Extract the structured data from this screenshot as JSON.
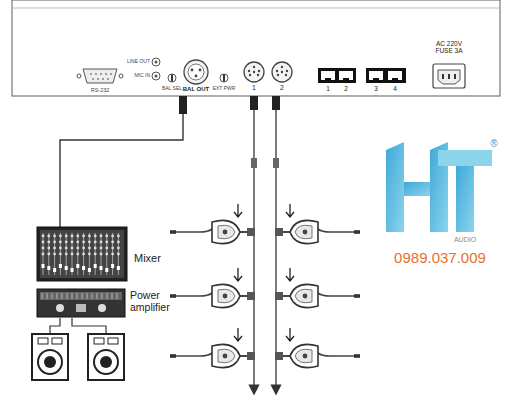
{
  "diagram": {
    "nodes": [
      {
        "text": [
          "Mixer"
        ]
      },
      {
        "text": [
          "Power amplifier"
        ]
      }
    ],
    "labels": [
      "RS-232",
      "LINE OUT",
      "MIC IN",
      "BAL SEL",
      "BAL OUT",
      "EXT PWR",
      "1",
      "2",
      "1",
      "2",
      "3",
      "4",
      "AC 220V FUSE 3A",
      "®",
      "AUDIO",
      "0989.037.009"
    ]
  }
}
